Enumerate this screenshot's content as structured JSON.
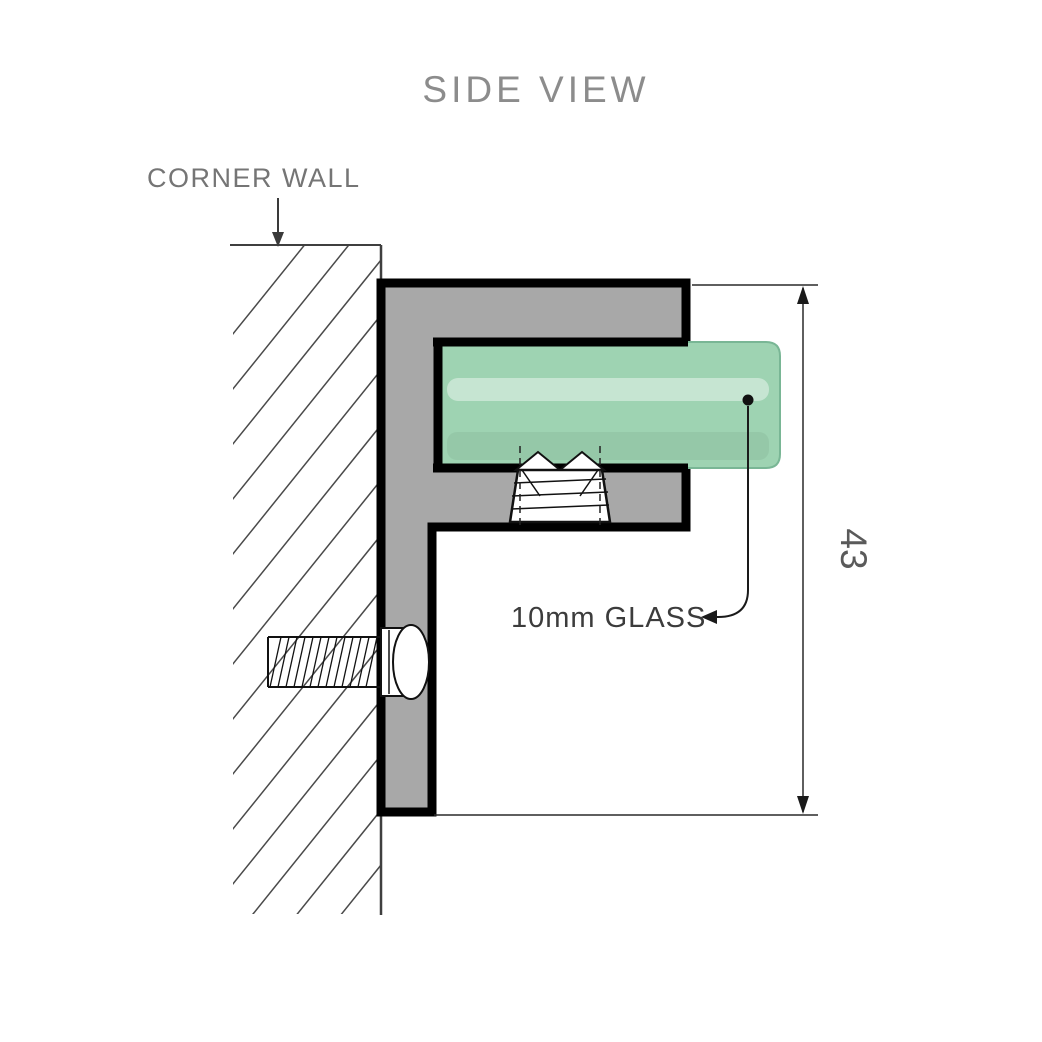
{
  "diagram": {
    "title": "SIDE VIEW",
    "wall_label": "CORNER WALL",
    "glass_label": "10mm GLASS",
    "dimension_label": "43",
    "colors": {
      "glass_fill": "#9ed3b2",
      "glass_edge": "#79b695",
      "bracket_fill": "#a8a8a8",
      "outline": "#000000",
      "title_text": "#8c8c8c",
      "wall_text": "#757575",
      "glass_text": "#3c3c3c",
      "dimension_text": "#5a5a5a",
      "thin_line": "#2a2a2a"
    }
  }
}
